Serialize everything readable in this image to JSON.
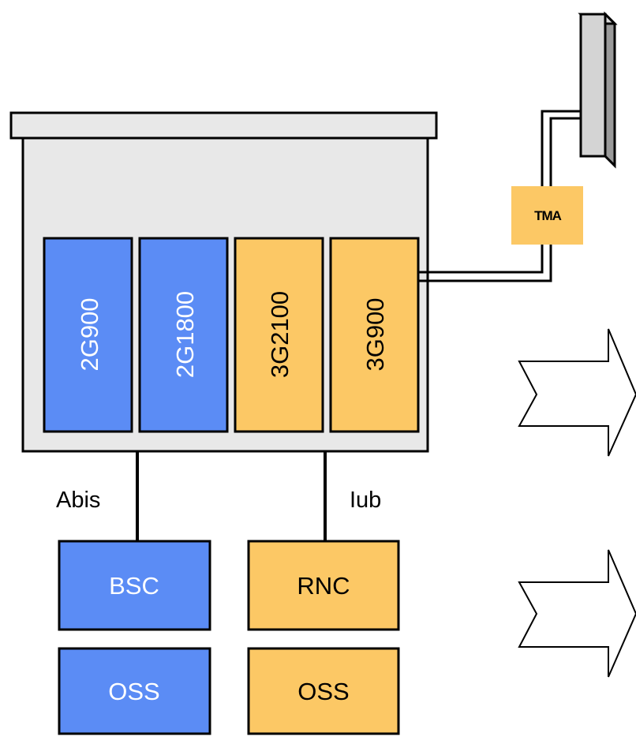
{
  "cabinet": {
    "modules": [
      {
        "label": "2G900",
        "color": "#5b8cf5",
        "text_color": "#ffffff"
      },
      {
        "label": "2G1800",
        "color": "#5b8cf5",
        "text_color": "#ffffff"
      },
      {
        "label": "3G2100",
        "color": "#fcc865",
        "text_color": "#000000"
      },
      {
        "label": "3G900",
        "color": "#fcc865",
        "text_color": "#000000"
      }
    ]
  },
  "tma": {
    "label": "TMA",
    "color": "#fcc865"
  },
  "interfaces": {
    "abis": "Abis",
    "iub": "Iub"
  },
  "controllers": [
    {
      "label": "BSC",
      "color": "#5b8cf5",
      "text_color": "#ffffff"
    },
    {
      "label": "RNC",
      "color": "#fcc865",
      "text_color": "#000000"
    }
  ],
  "oss": [
    {
      "label": "OSS",
      "color": "#5b8cf5",
      "text_color": "#ffffff"
    },
    {
      "label": "OSS",
      "color": "#fcc865",
      "text_color": "#000000"
    }
  ],
  "colors": {
    "cabinet_body": "#e8e8e8",
    "line": "#000000"
  }
}
